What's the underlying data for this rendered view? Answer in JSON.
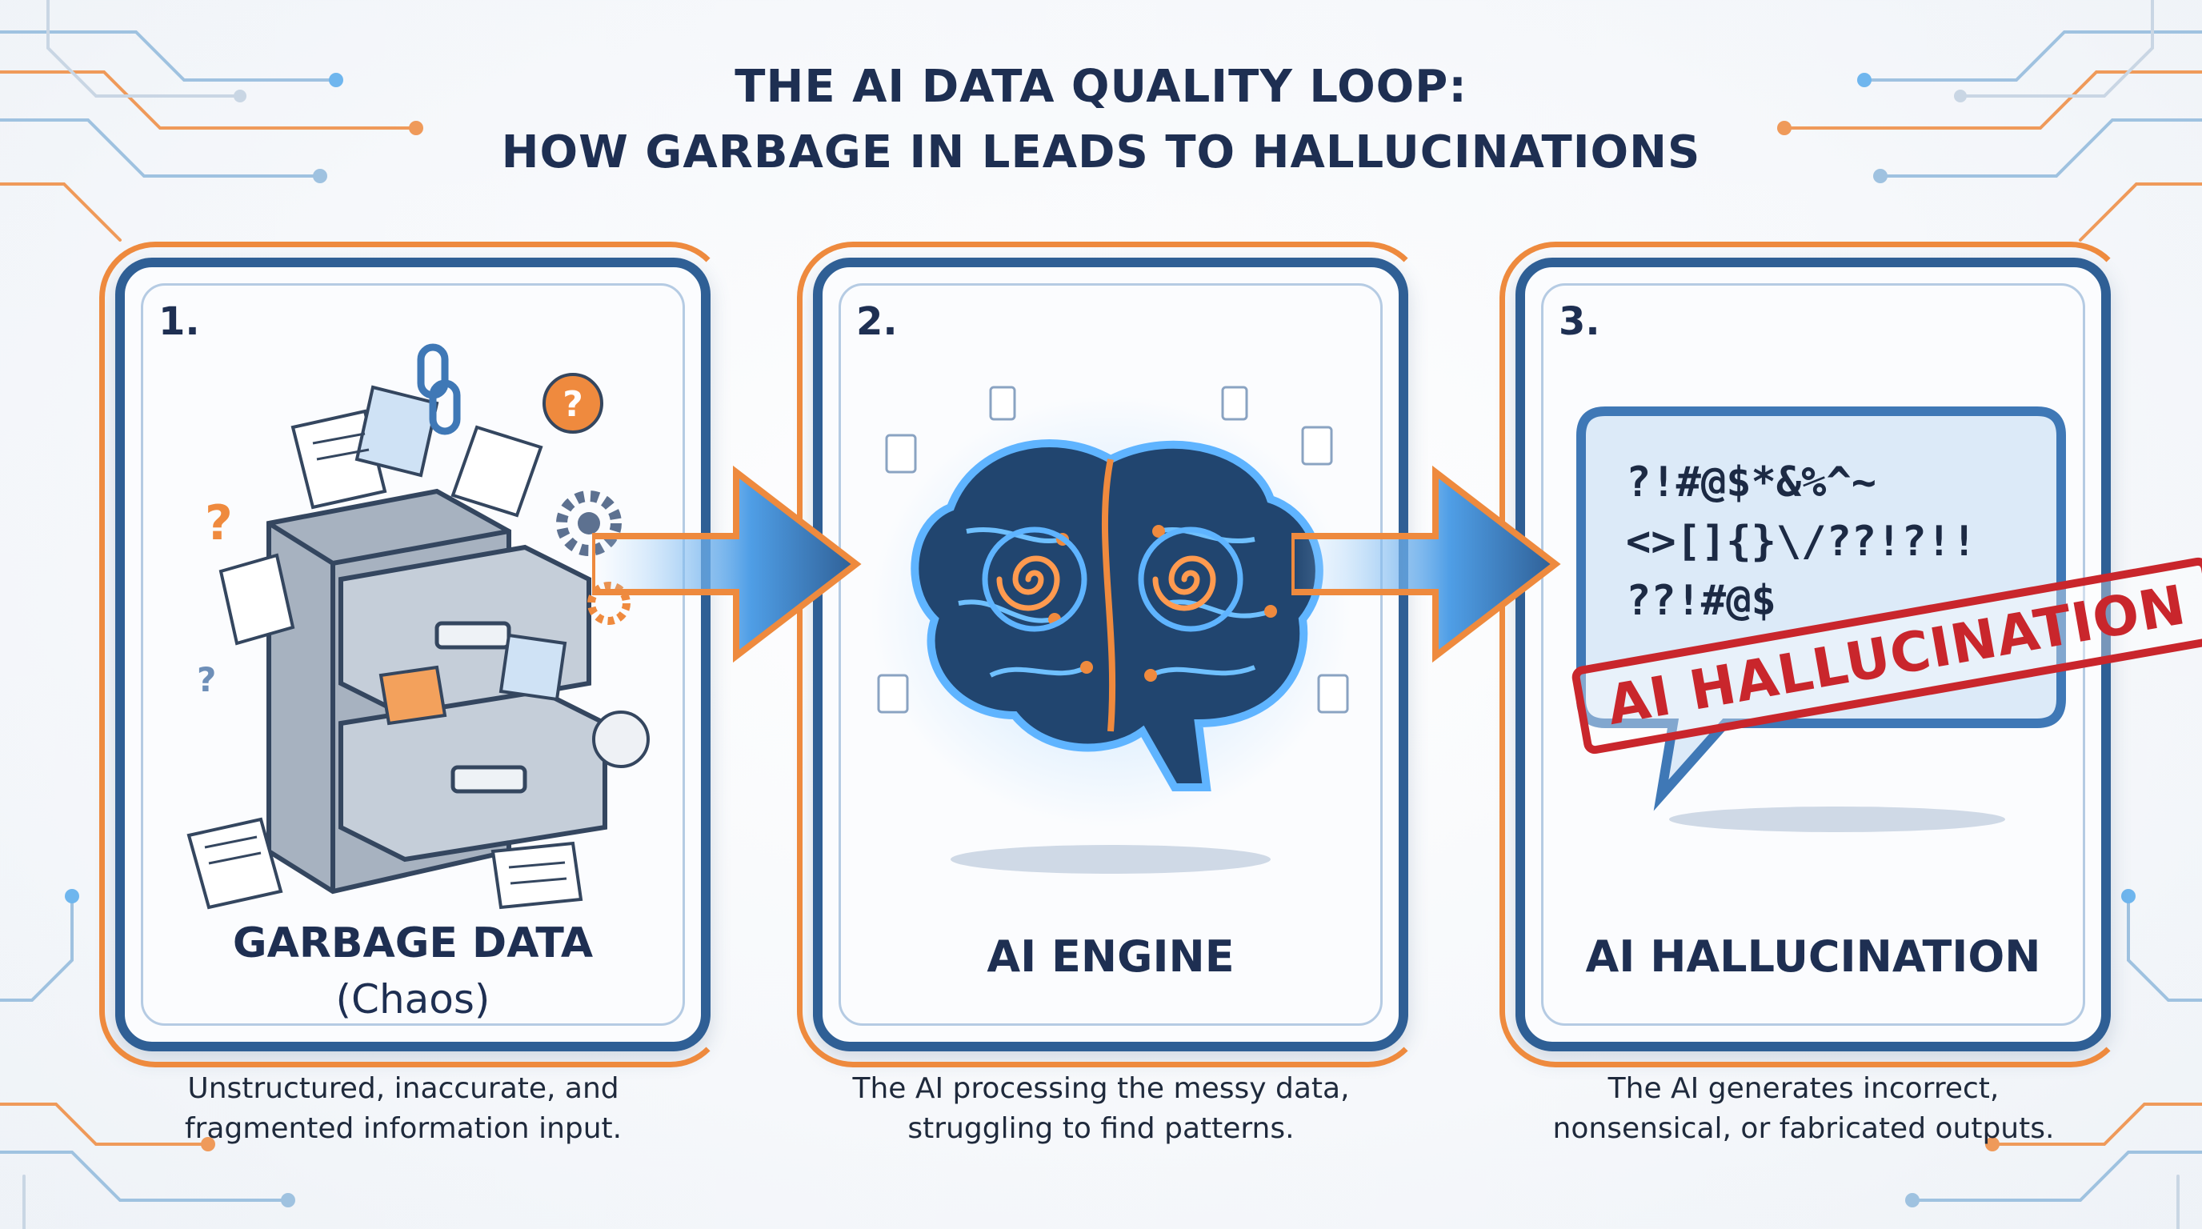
{
  "title": {
    "line1": "THE AI DATA QUALITY LOOP:",
    "line2": "HOW GARBAGE IN LEADS TO HALLUCINATIONS"
  },
  "steps": [
    {
      "number": "1.",
      "label": "GARBAGE DATA",
      "sublabel": "(Chaos)",
      "caption_line1": "Unstructured, inaccurate, and",
      "caption_line2": "fragmented information input."
    },
    {
      "number": "2.",
      "label": "AI ENGINE",
      "caption_line1": "The AI processing the messy data,",
      "caption_line2": "struggling to find patterns."
    },
    {
      "number": "3.",
      "label": "AI HALLUCINATION",
      "caption_line1": "The AI generates incorrect,",
      "caption_line2": "nonsensical, or fabricated outputs."
    }
  ],
  "bubble": {
    "line1": "?!#@$*&%^~",
    "line2": "<>[]{}\\/??!?!!",
    "line3": "??!#@$",
    "stamp": "AI HALLUCINATION"
  },
  "colors": {
    "navy": "#1e2f52",
    "panel_border": "#2f5f95",
    "accent_orange": "#ee8a3e",
    "stamp_red": "#c9262c"
  }
}
